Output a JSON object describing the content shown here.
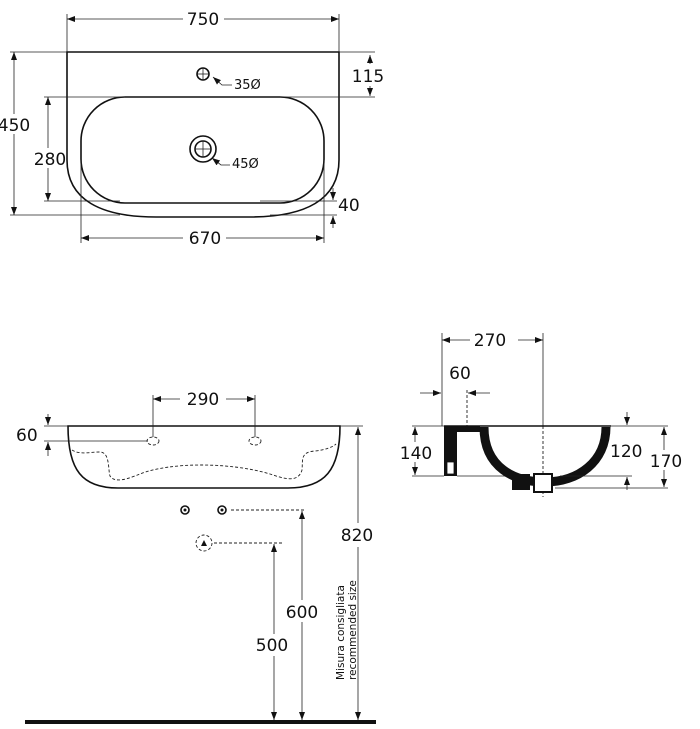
{
  "top_view": {
    "width": "750",
    "depth": "450",
    "basin_depth": "280",
    "tap_offset": "115",
    "front_margin": "40",
    "basin_width": "670",
    "tap_hole": "35Ø",
    "drain_hole": "45Ø"
  },
  "front_view": {
    "hole_spacing": "290",
    "hole_height": "60",
    "height_total": "820",
    "supply_height": "600",
    "drain_height": "500",
    "note_line1": "Misura consigliata",
    "note_line2": "recommended size"
  },
  "side_view": {
    "drain_offset": "270",
    "hole_offset": "60",
    "wall_height": "140",
    "bowl_depth": "120",
    "total_height": "170"
  },
  "colors": {
    "line": "#111111",
    "background": "#ffffff"
  }
}
